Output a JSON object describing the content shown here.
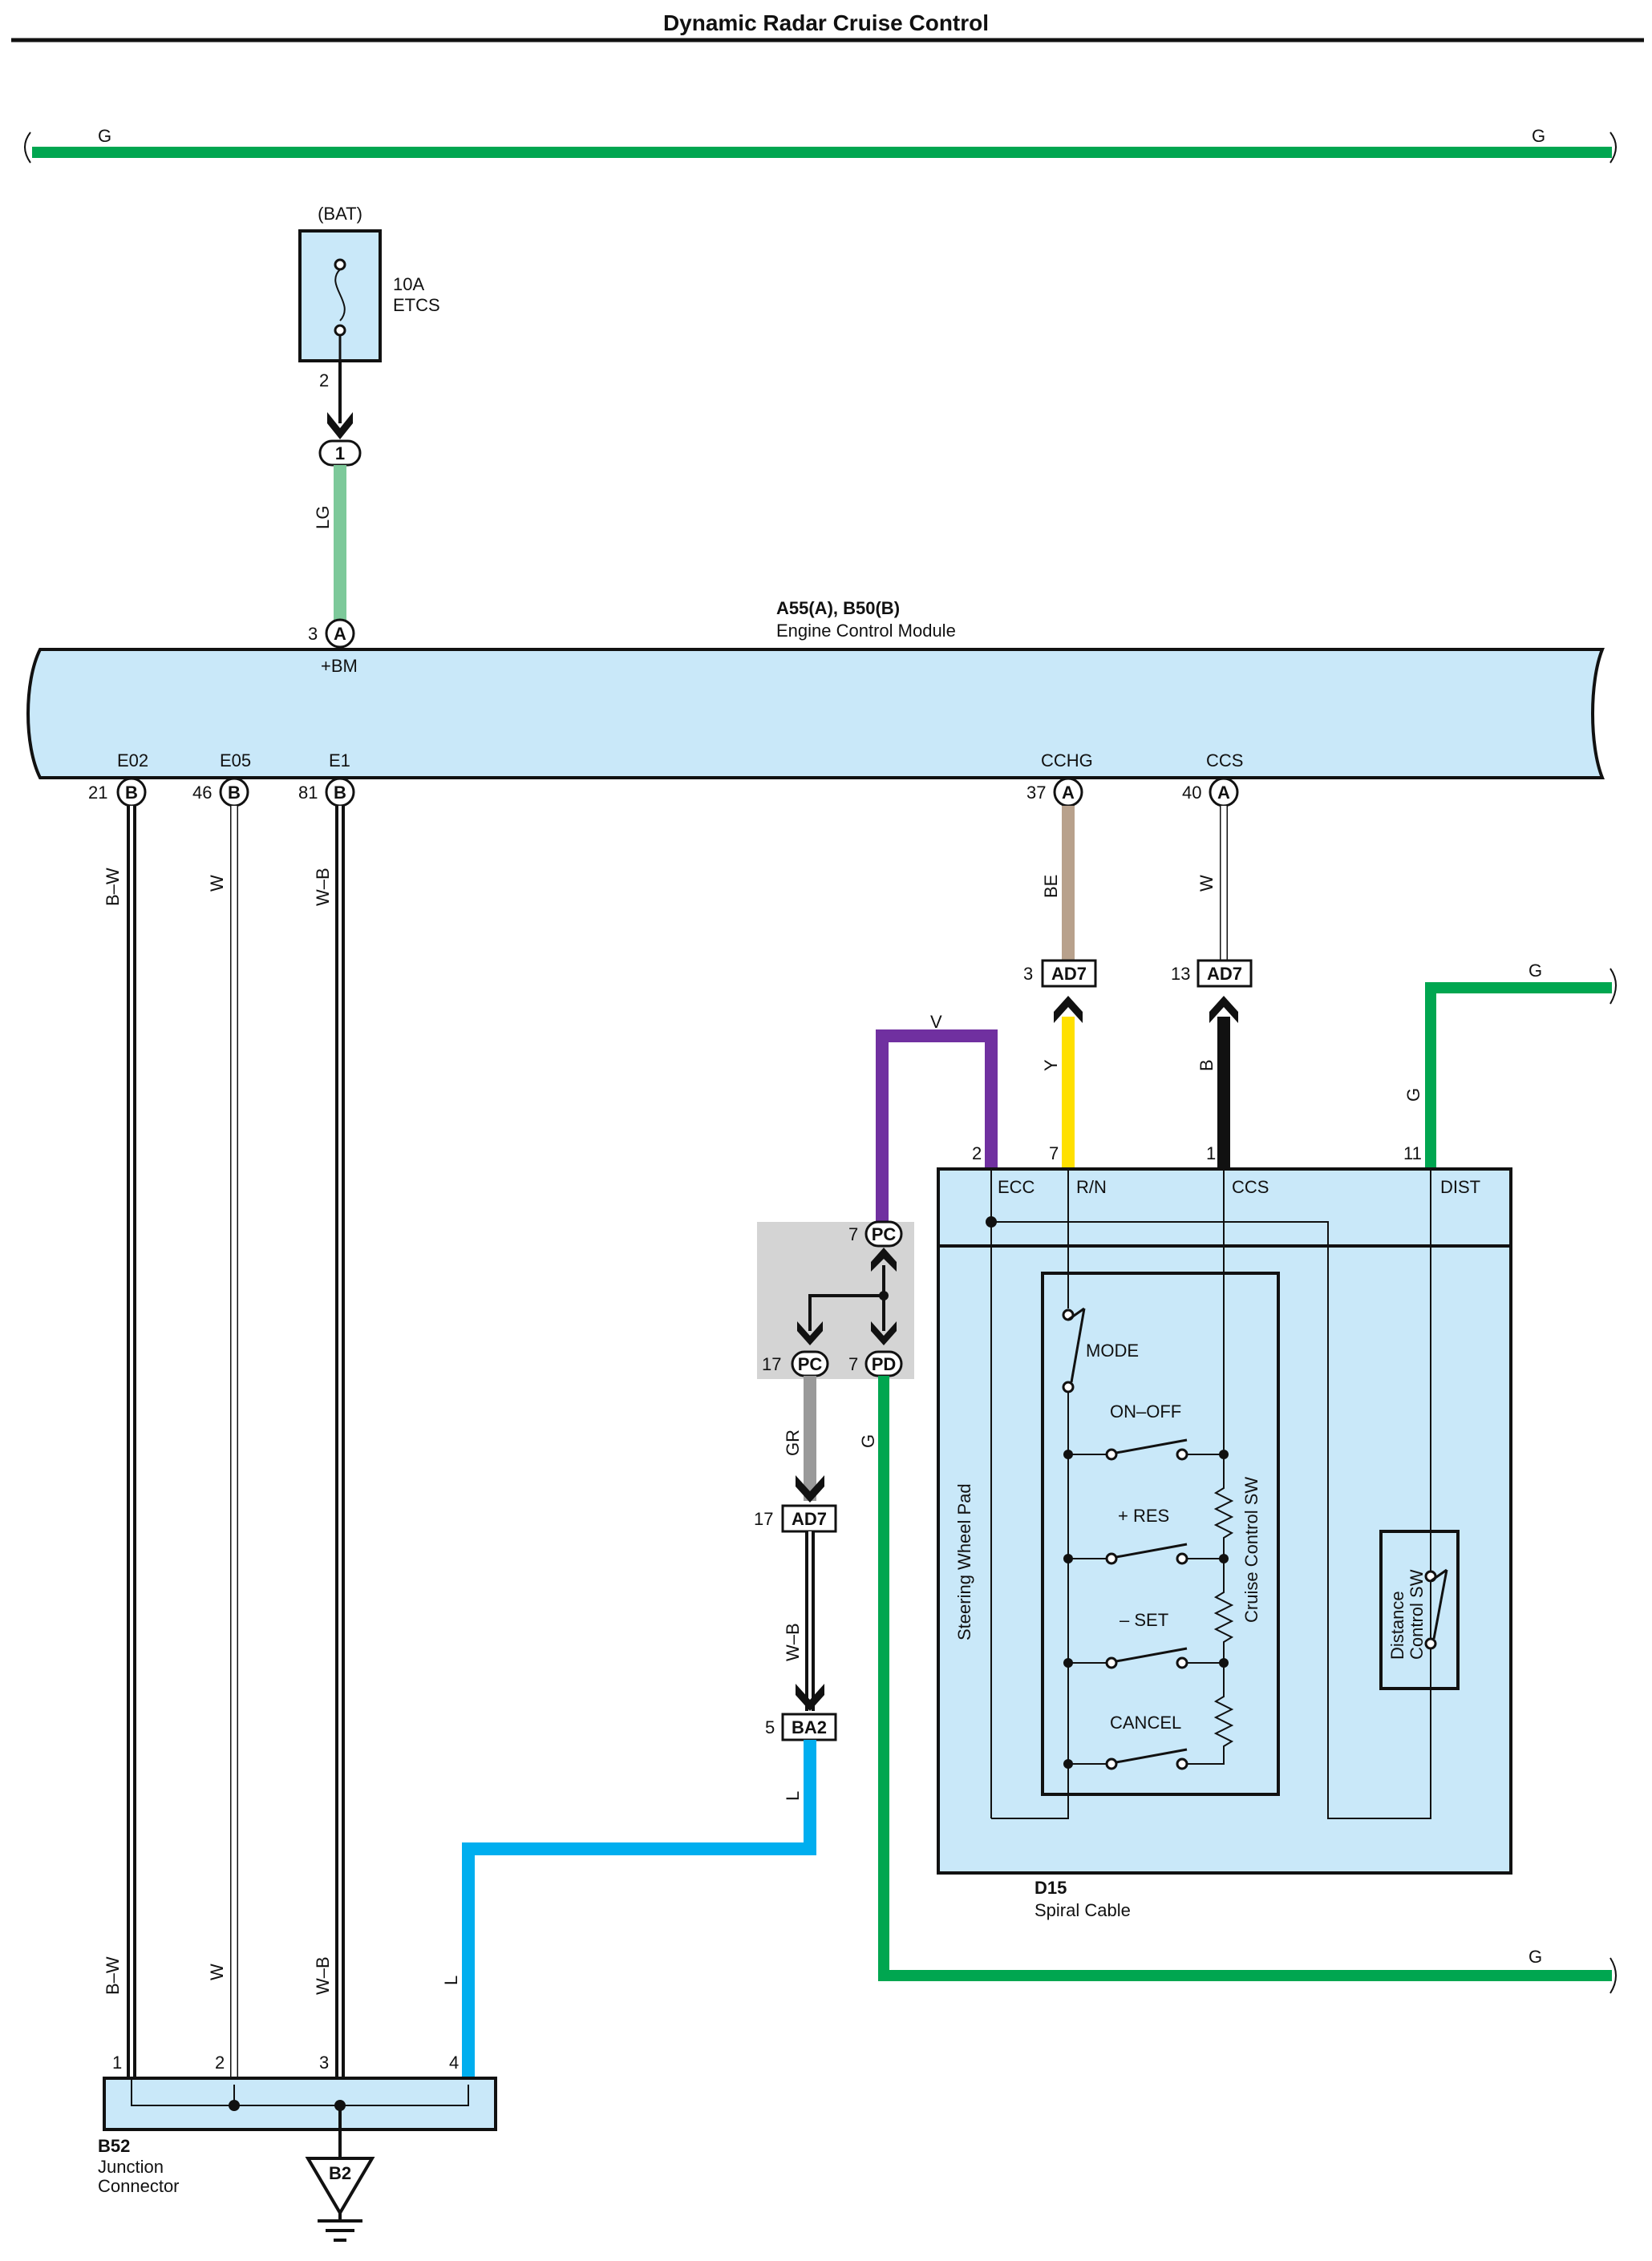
{
  "title": "Dynamic Radar Cruise Control",
  "colors": {
    "G": "#00a650",
    "LG": "#7dc99a",
    "BE": "#b8a18c",
    "Y": "#ffe000",
    "B": "#111111",
    "V": "#7030a0",
    "GR": "#9a9a9a",
    "L": "#00aeef",
    "box_fill": "#c9e8f9",
    "junction_bg": "#d4d4d4"
  },
  "wire_labels": {
    "g_top_left": "G",
    "g_top_right": "G",
    "lg": "LG",
    "bw_top": "B–W",
    "w_top": "W",
    "wb_top": "W–B",
    "be": "BE",
    "w_ccs": "W",
    "y": "Y",
    "b": "B",
    "v": "V",
    "g_dist": "G",
    "g_dist_right": "G",
    "gr": "GR",
    "g_pd": "G",
    "wb_mid": "W–B",
    "l_vert": "L",
    "g_bottom_right": "G",
    "bw_bot": "B–W",
    "w_bot": "W",
    "wb_bot": "W–B",
    "l_bot": "L"
  },
  "fuse": {
    "source": "(BAT)",
    "rating": "10A",
    "name": "ETCS",
    "pin": "2"
  },
  "inline_conn_1": {
    "label": "1"
  },
  "ecm": {
    "ref": "A55(A), B50(B)",
    "name": "Engine Control Module",
    "bm": {
      "pin": "3",
      "conn": "A",
      "term": "+BM"
    },
    "e02": {
      "pin": "21",
      "conn": "B",
      "term": "E02"
    },
    "e05": {
      "pin": "46",
      "conn": "B",
      "term": "E05"
    },
    "e1": {
      "pin": "81",
      "conn": "B",
      "term": "E1"
    },
    "cchg": {
      "pin": "37",
      "conn": "A",
      "term": "CCHG"
    },
    "ccs": {
      "pin": "40",
      "conn": "A",
      "term": "CCS"
    }
  },
  "ad7": {
    "cchg_pin": "3",
    "ccs_pin": "13",
    "gr_pin": "17",
    "label_cchg": "AD7",
    "label_ccs": "AD7",
    "label_gr": "AD7"
  },
  "ba2": {
    "pin": "5",
    "label": "BA2"
  },
  "junction": {
    "pc_top": {
      "pin": "7",
      "label": "PC"
    },
    "pc_bot": {
      "pin": "17",
      "label": "PC"
    },
    "pd": {
      "pin": "7",
      "label": "PD"
    }
  },
  "spiral": {
    "ref": "D15",
    "name": "Spiral Cable",
    "ecc": {
      "pin": "2",
      "term": "ECC"
    },
    "rn": {
      "pin": "7",
      "term": "R/N"
    },
    "ccs": {
      "pin": "1",
      "term": "CCS"
    },
    "dist": {
      "pin": "11",
      "term": "DIST"
    },
    "pad_label": "Steering Wheel Pad",
    "ccsw_label": "Cruise Control SW",
    "dist_label_1": "Distance",
    "dist_label_2": "Control SW",
    "switches": {
      "mode": "MODE",
      "onoff": "ON–OFF",
      "res": "+ RES",
      "set": "– SET",
      "cancel": "CANCEL"
    }
  },
  "b52": {
    "ref": "B52",
    "name1": "Junction",
    "name2": "Connector",
    "pin1": "1",
    "pin2": "2",
    "pin3": "3",
    "pin4": "4"
  },
  "ground": {
    "label": "B2"
  }
}
